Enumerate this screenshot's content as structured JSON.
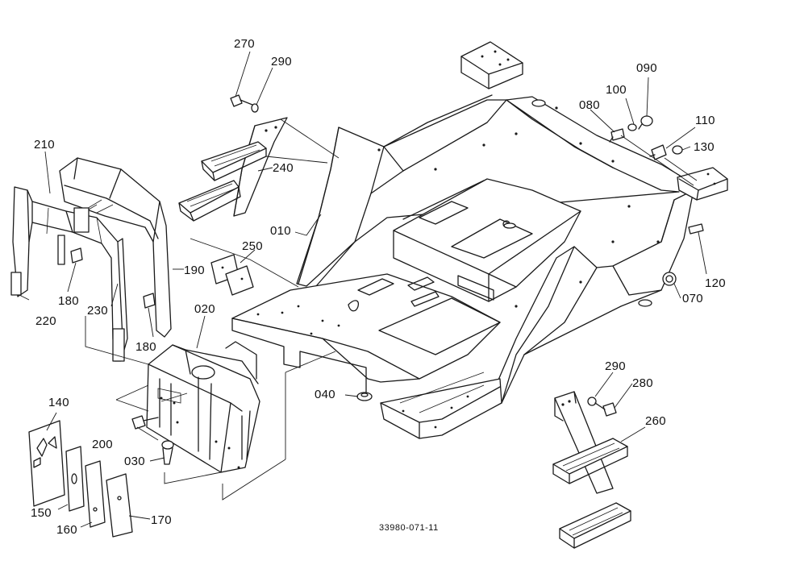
{
  "drawing_code": "33980-071-11",
  "labels": {
    "p010": "010",
    "p020": "020",
    "p030": "030",
    "p040": "040",
    "p070": "070",
    "p080": "080",
    "p090": "090",
    "p100": "100",
    "p110": "110",
    "p120": "120",
    "p130": "130",
    "p140": "140",
    "p150": "150",
    "p160": "160",
    "p170": "170",
    "p180a": "180",
    "p180b": "180",
    "p190": "190",
    "p200": "200",
    "p210": "210",
    "p220": "220",
    "p230": "230",
    "p240": "240",
    "p250": "250",
    "p260": "260",
    "p270": "270",
    "p280": "280",
    "p290a": "290",
    "p290b": "290"
  }
}
